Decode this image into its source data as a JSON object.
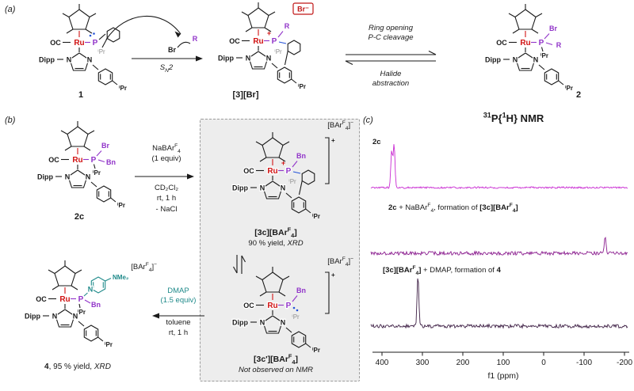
{
  "panels": {
    "a": "(a)",
    "b": "(b)",
    "c": "(c)"
  },
  "atoms": {
    "ru": "Ru",
    "oc": "OC",
    "p": "P",
    "n": "N",
    "dipp": "Dipp",
    "ipr": "ⁱPr",
    "br": "Br",
    "bn": "Bn",
    "r": "R",
    "plus": "+",
    "nme2": "NMe₂",
    "br_anion": "Br⁻"
  },
  "panel_a": {
    "compound1": "1",
    "compound3": "[3][Br]",
    "compound2": "2",
    "sn2": [
      {
        "t": "S",
        "i": 1
      },
      {
        "t": "N",
        "i": 1,
        "sub": 1
      },
      {
        "t": "2",
        "i": 1
      }
    ],
    "eq_top_line1": "Ring opening",
    "eq_top_line2": "P-C cleavage",
    "eq_bottom_line1": "Halide",
    "eq_bottom_line2": "abstraction"
  },
  "panel_b": {
    "compound2c": "2c",
    "step1_reagent": [
      {
        "t": "NaBAr"
      },
      {
        "t": "F",
        "sup": 1
      },
      {
        "t": "4",
        "sub": 1
      }
    ],
    "step1_equiv": "(1 equiv)",
    "step1_solvent": "CD₂Cl₂",
    "step1_conditions": "rt, 1 h",
    "step1_byproduct": "- NaCl",
    "barf_counterion": [
      {
        "t": "[BAr"
      },
      {
        "t": "F",
        "sup": 1
      },
      {
        "t": "4",
        "sub": 1
      },
      {
        "t": "]"
      },
      {
        "t": "−",
        "sup": 1
      }
    ],
    "compound3c": [
      {
        "t": "[3c][BAr",
        "b": 1
      },
      {
        "t": "F",
        "b": 1,
        "sup": 1
      },
      {
        "t": "4",
        "b": 1,
        "sub": 1
      },
      {
        "t": "]",
        "b": 1
      }
    ],
    "compound3c_yield": [
      {
        "t": "90 % yield, "
      },
      {
        "t": "XRD",
        "i": 1
      }
    ],
    "compound3cprime": [
      {
        "t": "[3c'][BAr",
        "b": 1
      },
      {
        "t": "F",
        "b": 1,
        "sup": 1
      },
      {
        "t": "4",
        "b": 1,
        "sub": 1
      },
      {
        "t": "]",
        "b": 1
      }
    ],
    "compound3cprime_note": "Not observed on NMR",
    "step2_reagent": "DMAP",
    "step2_equiv": "(1.5 equiv)",
    "step2_solvent": "toluene",
    "step2_conditions": "rt, 1 h",
    "compound4": [
      {
        "t": "4",
        "b": 1
      },
      {
        "t": ", 95 % yield, "
      },
      {
        "t": "XRD",
        "i": 1
      }
    ]
  },
  "panel_c": {
    "title": [
      {
        "t": "31",
        "b": 1,
        "sup": 1
      },
      {
        "t": "P{",
        "b": 1
      },
      {
        "t": "1",
        "b": 1,
        "sup": 1
      },
      {
        "t": "H} NMR",
        "b": 1
      }
    ],
    "spectrum1_label": [
      {
        "t": "2c",
        "b": 1
      }
    ],
    "spectrum2_label": [
      {
        "t": "2c",
        "b": 1
      },
      {
        "t": " + NaBAr"
      },
      {
        "t": "F",
        "sup": 1
      },
      {
        "t": "4",
        "sub": 1
      },
      {
        "t": ", formation of "
      },
      {
        "t": "[3c][BAr",
        "b": 1
      },
      {
        "t": "F",
        "b": 1,
        "sup": 1
      },
      {
        "t": "4",
        "b": 1,
        "sub": 1
      },
      {
        "t": "]",
        "b": 1
      }
    ],
    "spectrum3_label": [
      {
        "t": "[3c][BAr",
        "b": 1
      },
      {
        "t": "F",
        "b": 1,
        "sup": 1
      },
      {
        "t": "4",
        "b": 1,
        "sub": 1
      },
      {
        "t": "]",
        "b": 1
      },
      {
        "t": " + DMAP, formation of "
      },
      {
        "t": "4",
        "b": 1
      }
    ]
  },
  "colors": {
    "ruthenium": "#d11414",
    "phosphorus": "#9134c9",
    "lone_pair": "#2553d8",
    "dmap_teal": "#1f8a8a",
    "bromide_box": "#c01616",
    "spectrum1": "#c92bd2",
    "spectrum2": "#8a1c8e",
    "spectrum3": "#3f2146"
  },
  "chart_data": {
    "type": "line",
    "title": "31P{1H} NMR",
    "xlabel": "f1 (ppm)",
    "x_axis": {
      "max": 400,
      "min": -200,
      "reversed": true,
      "ticks": [
        400,
        300,
        200,
        100,
        0,
        -100,
        -200
      ]
    },
    "grid": false,
    "legend": "inline-labels",
    "spectra": [
      {
        "name": "2c",
        "color": "#c92bd2",
        "peaks": [
          {
            "ppm": 376,
            "rel_intensity": 0.85
          },
          {
            "ppm": 370,
            "rel_intensity": 1.0
          }
        ],
        "noise_level": "low"
      },
      {
        "name": "2c + NaBArF4, formation of [3c][BArF4]",
        "color": "#8a1c8e",
        "peaks": [
          {
            "ppm": -152,
            "rel_intensity": 0.55
          }
        ],
        "noise_level": "medium"
      },
      {
        "name": "[3c][BArF4] + DMAP, formation of 4",
        "color": "#3f2146",
        "peaks": [
          {
            "ppm": 311,
            "rel_intensity": 1.0
          }
        ],
        "noise_level": "medium"
      }
    ]
  }
}
